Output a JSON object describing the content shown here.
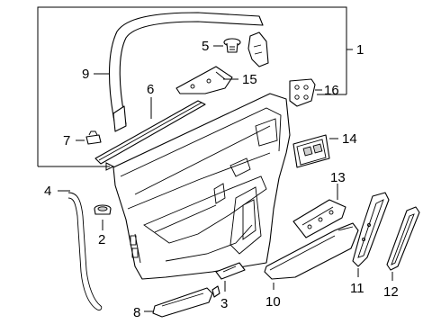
{
  "callouts": {
    "c1": "1",
    "c2": "2",
    "c3": "3",
    "c4": "4",
    "c5": "5",
    "c6": "6",
    "c7": "7",
    "c8": "8",
    "c9": "9",
    "c10": "10",
    "c11": "11",
    "c12": "12",
    "c13": "13",
    "c14": "14",
    "c15": "15",
    "c16": "16"
  },
  "colors": {
    "line": "#000000",
    "background": "#ffffff",
    "shade": "#cfcfcf"
  }
}
